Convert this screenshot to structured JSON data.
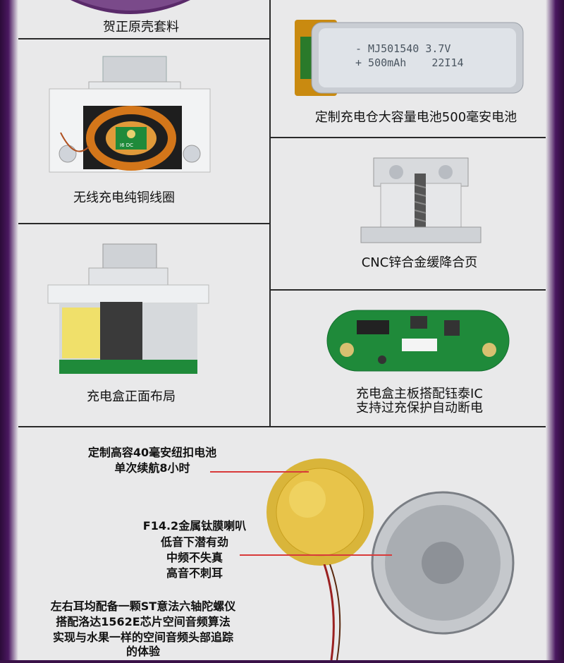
{
  "cells": {
    "case_material": "贺正原壳套料",
    "battery_500": "定制充电仓大容量电池500毫安电池",
    "wireless_coil": "无线充电纯铜线圈",
    "hinge": "CNC锌合金缓降合页",
    "case_front": "充电盒正面布局",
    "mainboard_line1": "充电盒主板搭配钰泰IC",
    "mainboard_line2": "支持过充保护自动断电"
  },
  "battery_label": {
    "line1": "- MJ501540 3.7V",
    "line2": "+ 500mAh    22I14"
  },
  "coil_chip_text": "I6 DC",
  "bottom": {
    "coin_cell": [
      "定制高容40毫安纽扣电池",
      "单次续航8小时"
    ],
    "speaker": [
      "F14.2金属钛膜喇叭",
      "低音下潜有劲",
      "中频不失真",
      "高音不刺耳"
    ],
    "gyro": [
      "左右耳均配备一颗ST意法六轴陀螺仪",
      "搭配洛达1562E芯片空间音频算法",
      "实现与水果一样的空间音频头部追踪",
      "的体验"
    ]
  },
  "colors": {
    "accent_red": "#d83a3a",
    "frame_purple": "#3a1148",
    "board_green": "#1f8a3a"
  }
}
